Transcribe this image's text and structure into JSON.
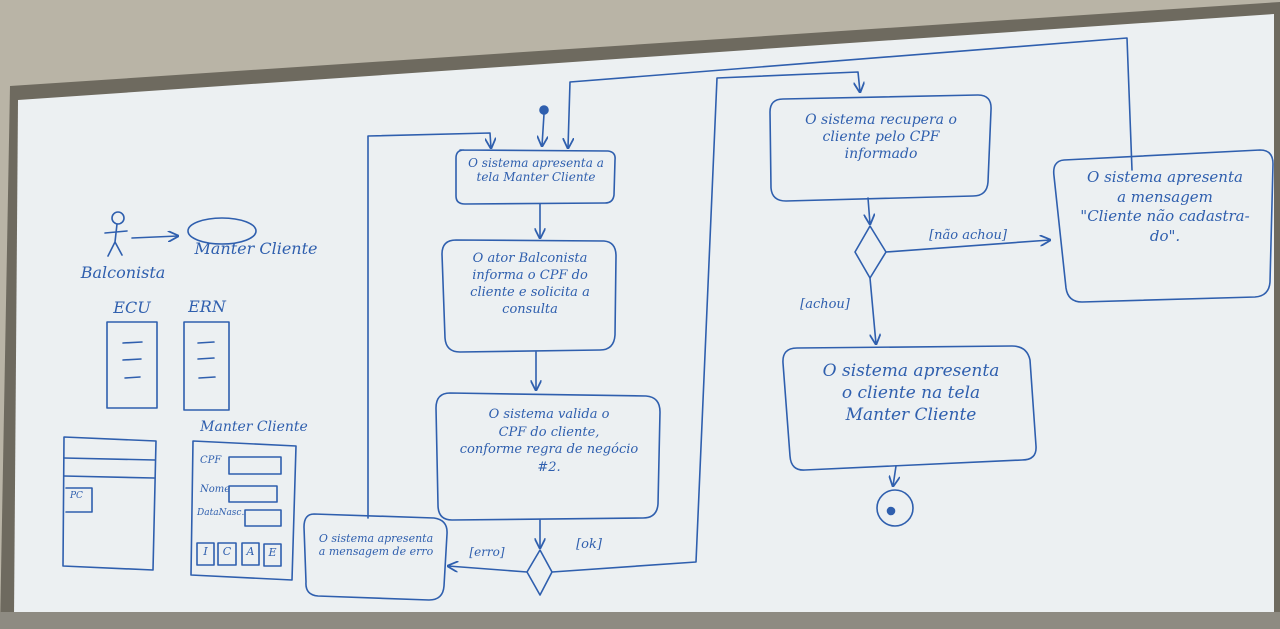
{
  "left_panel": {
    "actor": "Balconista",
    "use_case": "Manter Cliente",
    "ecu_label": "ECU",
    "ern_label": "ERN",
    "form_title": "Manter Cliente",
    "form_fields": [
      "CPF",
      "Nome",
      "DataNasc."
    ],
    "form_buttons": [
      "I",
      "C",
      "A",
      "E"
    ],
    "window_cell": "PC"
  },
  "flow": {
    "n1": "O sistema apresenta a\ntela Manter Cliente",
    "n2": "O ator Balconista\ninforma o CPF do\ncliente e solicita a\nconsulta",
    "n3": "O sistema valida o\nCPF do cliente,\nconforme regra de negócio\n#2.",
    "n4": "O sistema apresenta\na mensagem de erro",
    "erro": "[erro]",
    "ok": "[ok]",
    "n5": "O sistema recupera o\ncliente pelo CPF\ninformado",
    "nao_achou": "[não achou]",
    "achou": "[achou]",
    "n6": "O sistema apresenta\na mensagem\n\"Cliente não cadastra-\ndo\".",
    "n7": "O sistema apresenta\no cliente na tela\nManter Cliente"
  },
  "colors": {
    "ink": "#2f5fae",
    "board": "#ecf0f2",
    "frame": "#6e6a5f",
    "wall": "#b9b4a6"
  }
}
